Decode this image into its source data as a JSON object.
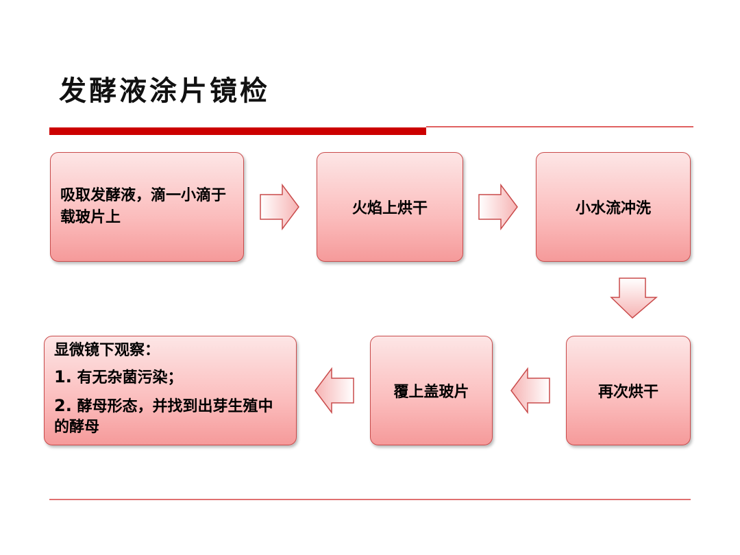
{
  "slide": {
    "title": "发酵液涂片镜检"
  },
  "steps": {
    "s1": "吸取发酵液，滴一小滴于载玻片上",
    "s2": "火焰上烘干",
    "s3": "小水流冲洗",
    "s4": "再次烘干",
    "s5": "覆上盖玻片",
    "s6": {
      "heading": "显微镜下观察：",
      "item1_num": "1.",
      "item1_text": "有无杂菌污染；",
      "item2_num": "2.",
      "item2_text": "酵母形态，并找到出芽生殖中的酵母"
    }
  },
  "colors": {
    "accent": "#cc0000",
    "box_top": "#fde6e6",
    "box_bottom": "#f59a9a",
    "box_border": "#c94a4a"
  }
}
